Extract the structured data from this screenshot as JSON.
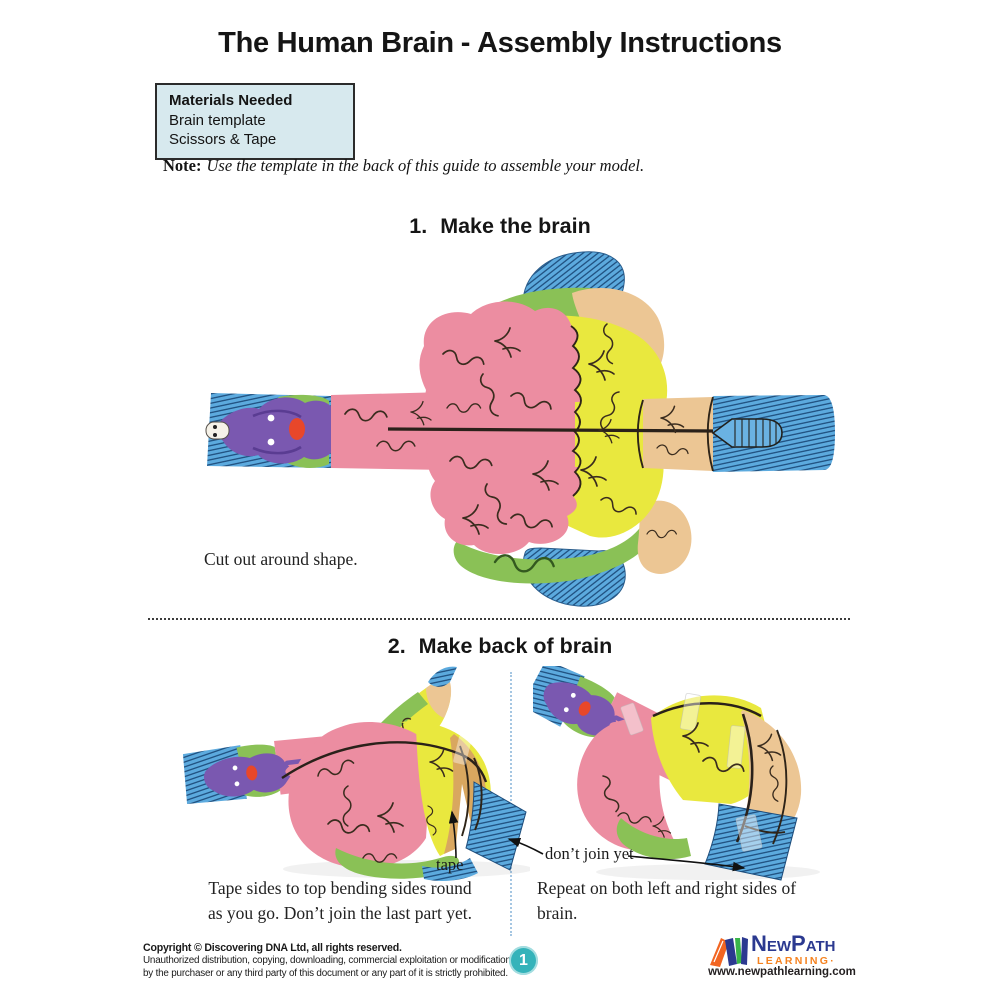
{
  "title": {
    "main": "The Human Brain",
    "separator": "-",
    "sub": "Assembly Instructions"
  },
  "materials": {
    "heading": "Materials Needed",
    "items": [
      "Brain template",
      "Scissors & Tape"
    ]
  },
  "note": {
    "label": "Note:",
    "text": "Use the template in the back of this guide to assemble your model."
  },
  "step1": {
    "number": "1.",
    "title": "Make the brain",
    "caption": "Cut out around shape."
  },
  "step2": {
    "number": "2.",
    "title": "Make back of brain",
    "label_tape": "tape",
    "label_dont_join": "don’t join yet",
    "caption_left_line1": "Tape sides to top bending sides round",
    "caption_left_line2": "as you go. Don’t join the last part yet.",
    "caption_right_line1": "Repeat on both left and right sides of",
    "caption_right_line2": "brain."
  },
  "footer": {
    "copyright_line1": "Copyright © Discovering DNA Ltd, all rights reserved.",
    "copyright_line2": "Unauthorized distribution, copying, downloading, commercial exploitation or modification",
    "copyright_line3": "by the purchaser or any third party of this document or any part of it is strictly prohibited.",
    "page_number": "1",
    "logo": {
      "newpath": "NewPath",
      "learning": "LEARNING·",
      "url": "www.newpathlearning.com"
    }
  },
  "icons": {
    "logo_books_icon": "stacked-books",
    "arrow_icon": "pointer-arrow"
  },
  "colors": {
    "materials_box_bg": "#d7e9ee",
    "accent_teal": "#34b3ba",
    "logo_blue": "#2b3990",
    "logo_orange": "#f58220",
    "brain_pink": "#ec8da1",
    "brain_yellow": "#e9e83e",
    "brain_green": "#8ac156",
    "brain_blue": "#5caade",
    "brain_tan": "#ecc694",
    "brain_purple": "#7a58b0",
    "brain_red": "#e8472a"
  }
}
